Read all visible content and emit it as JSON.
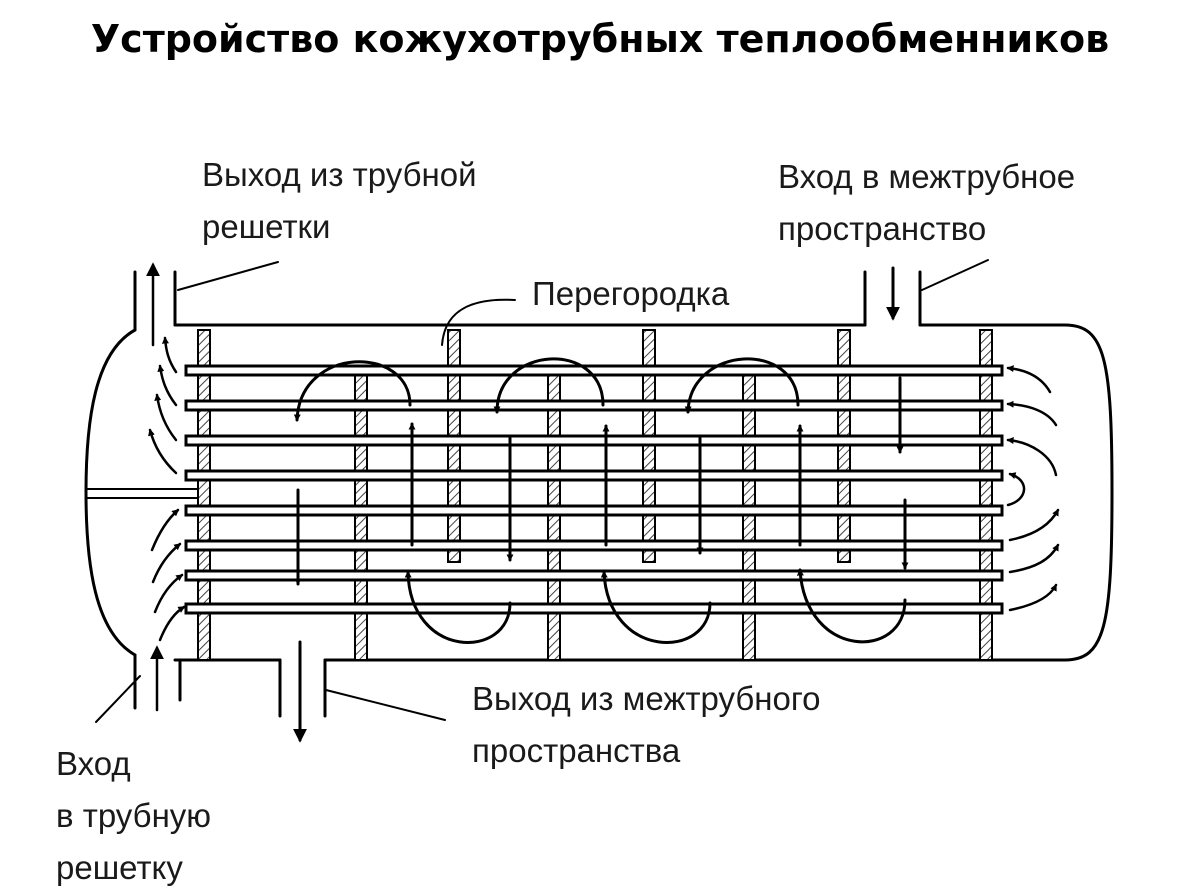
{
  "title": "Устройство кожухотрубных теплообменников",
  "labels": {
    "tube_outlet": [
      "Выход из трубной",
      "решетки"
    ],
    "shell_inlet": [
      "Вход в межтрубное",
      "пространство"
    ],
    "baffle": "Перегородка",
    "shell_outlet": [
      "Выход из межтрубного",
      "пространства"
    ],
    "tube_inlet": [
      "Вход",
      "в трубную",
      "решетку"
    ]
  }
}
